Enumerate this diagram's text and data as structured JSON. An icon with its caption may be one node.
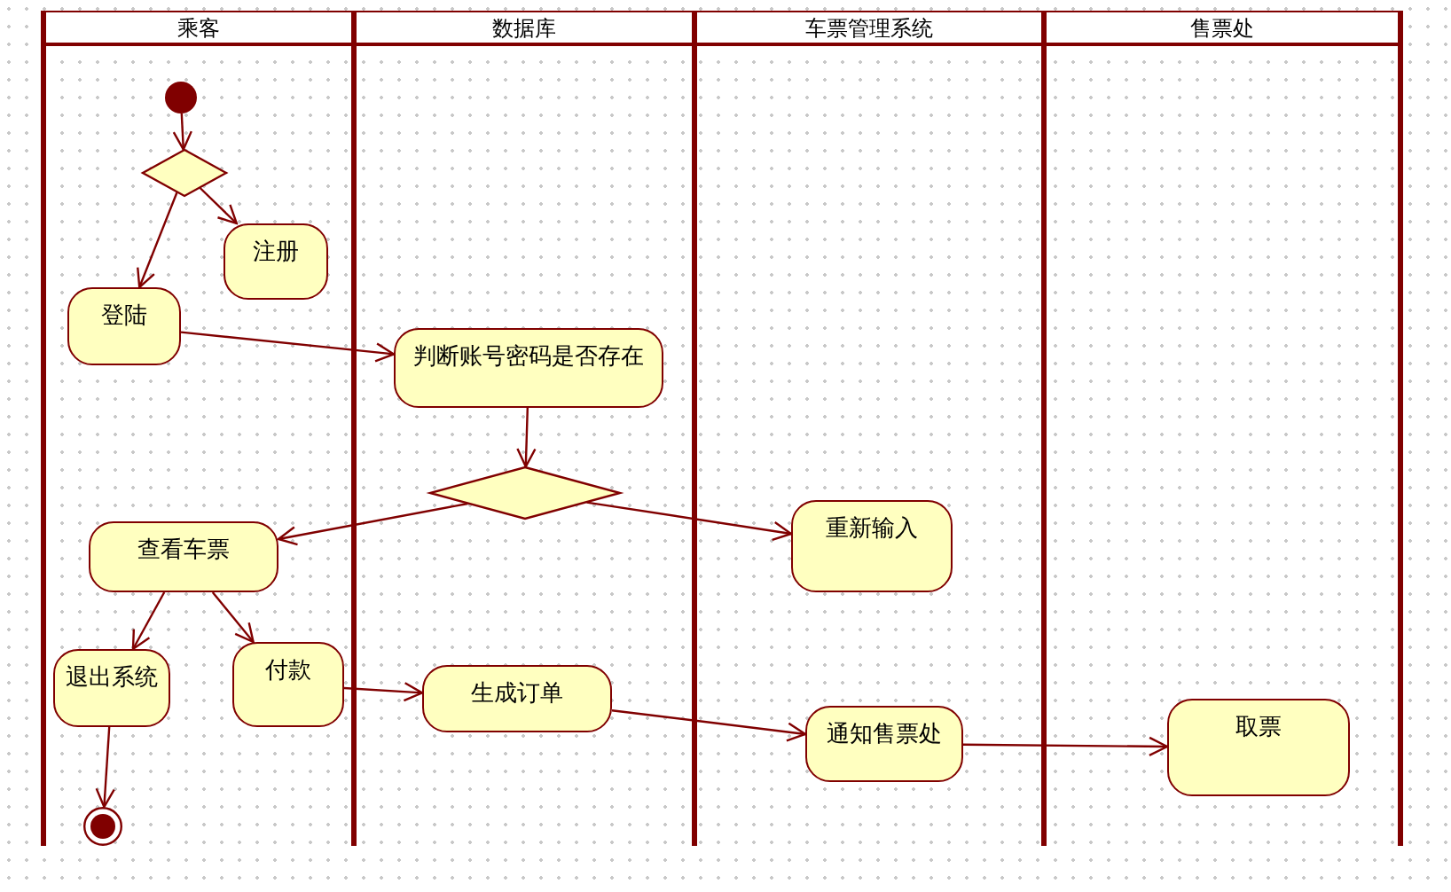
{
  "diagram": {
    "nodes": [
      {
        "text": [
          "乘客"
        ]
      },
      {
        "text": [
          "数据库"
        ]
      },
      {
        "text": [
          "车票管理系统"
        ]
      },
      {
        "text": [
          "售票处"
        ]
      },
      {
        "text": [],
        "shape": "circle",
        "in": 0
      },
      {
        "text": [],
        "shape": "diamond",
        "in": 0
      },
      {
        "text": [
          "注册"
        ],
        "in": 0
      },
      {
        "text": [
          "登陆"
        ],
        "in": 0
      },
      {
        "text": [
          "判断账号密码是否存在"
        ],
        "in": 1
      },
      {
        "text": [],
        "shape": "diamond",
        "in": 1
      },
      {
        "text": [
          "查看车票"
        ],
        "in": 0
      },
      {
        "text": [
          "重新输入"
        ],
        "in": 2
      },
      {
        "text": [
          "退出系统"
        ],
        "in": 0
      },
      {
        "text": [
          "付款"
        ],
        "in": 0
      },
      {
        "text": [
          "生成订单"
        ],
        "in": 1
      },
      {
        "text": [
          "通知售票处"
        ],
        "in": 2
      },
      {
        "text": [
          "取票"
        ],
        "in": 3
      },
      {
        "text": [],
        "shape": "circle",
        "in": 0
      }
    ],
    "edges": [
      {
        "from": 4,
        "to": 5,
        "arrow": "to"
      },
      {
        "from": 5,
        "to": 7,
        "arrow": "to"
      },
      {
        "from": 5,
        "to": 6,
        "arrow": "to"
      },
      {
        "from": 7,
        "to": 8,
        "arrow": "to"
      },
      {
        "from": 8,
        "to": 9,
        "arrow": "to"
      },
      {
        "from": 9,
        "to": 10,
        "arrow": "to"
      },
      {
        "from": 9,
        "to": 11,
        "arrow": "to"
      },
      {
        "from": 10,
        "to": 12,
        "arrow": "to"
      },
      {
        "from": 10,
        "to": 13,
        "arrow": "to"
      },
      {
        "from": 13,
        "to": 14,
        "arrow": "to"
      },
      {
        "from": 14,
        "to": 15,
        "arrow": "to"
      },
      {
        "from": 15,
        "to": 16,
        "arrow": "to"
      },
      {
        "from": 12,
        "to": 17,
        "arrow": "to"
      }
    ]
  }
}
